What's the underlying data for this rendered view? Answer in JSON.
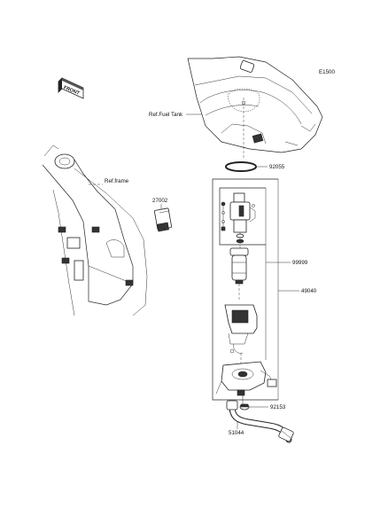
{
  "diagram_code": "E1500",
  "front_arrow": "FRONT",
  "refs": {
    "fuel_tank": "Ref.Fuel Tank",
    "frame": "Ref.frame"
  },
  "parts": [
    {
      "id": "92055"
    },
    {
      "id": "27002"
    },
    {
      "id": "99999"
    },
    {
      "id": "49040"
    },
    {
      "id": "92153"
    },
    {
      "id": "51044"
    }
  ]
}
